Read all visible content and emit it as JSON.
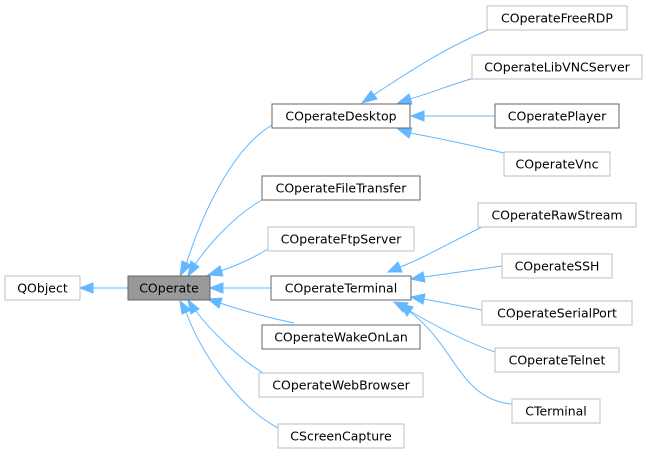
{
  "colors": {
    "edge": "#63b8ff",
    "highlight_fill": "#999999",
    "border_dark": "#666666",
    "border_light": "#bfbfbf",
    "background": "#ffffff"
  },
  "nodes": {
    "qobject": "QObject",
    "coperate": "COperate",
    "desktop": "COperateDesktop",
    "filetransfer": "COperateFileTransfer",
    "ftpserver": "COperateFtpServer",
    "terminal": "COperateTerminal",
    "wakeonlan": "COperateWakeOnLan",
    "webbrowser": "COperateWebBrowser",
    "screencapture": "CScreenCapture",
    "freerdp": "COperateFreeRDP",
    "libvnc": "COperateLibVNCServer",
    "player": "COperatePlayer",
    "vnc": "COperateVnc",
    "rawstream": "COperateRawStream",
    "ssh": "COperateSSH",
    "serialport": "COperateSerialPort",
    "telnet": "COperateTelnet",
    "cterminal": "CTerminal"
  },
  "edges": [
    {
      "from": "coperate",
      "to": "qobject"
    },
    {
      "from": "desktop",
      "to": "coperate"
    },
    {
      "from": "filetransfer",
      "to": "coperate"
    },
    {
      "from": "ftpserver",
      "to": "coperate"
    },
    {
      "from": "terminal",
      "to": "coperate"
    },
    {
      "from": "wakeonlan",
      "to": "coperate"
    },
    {
      "from": "webbrowser",
      "to": "coperate"
    },
    {
      "from": "screencapture",
      "to": "coperate"
    },
    {
      "from": "freerdp",
      "to": "desktop"
    },
    {
      "from": "libvnc",
      "to": "desktop"
    },
    {
      "from": "player",
      "to": "desktop"
    },
    {
      "from": "vnc",
      "to": "desktop"
    },
    {
      "from": "rawstream",
      "to": "terminal"
    },
    {
      "from": "ssh",
      "to": "terminal"
    },
    {
      "from": "serialport",
      "to": "terminal"
    },
    {
      "from": "telnet",
      "to": "terminal"
    },
    {
      "from": "cterminal",
      "to": "terminal"
    }
  ]
}
